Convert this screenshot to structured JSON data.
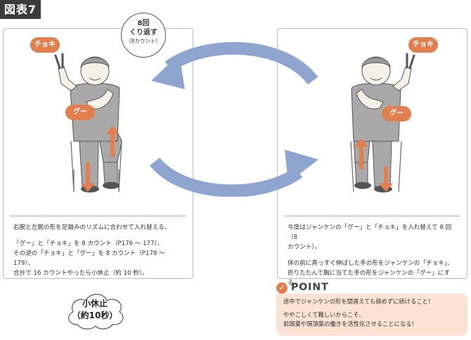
{
  "figure_label": "図表7",
  "colors": {
    "accent": "#e37f4f",
    "arrow": "#8fa4cf",
    "point_bg": "#fbe3d4"
  },
  "left_panel": {
    "bubble_choki": "チョキ",
    "bubble_gu": "グー",
    "desc_p1": "右腕と左腕の形を足踏みのリズムに合わせて入れ替える。",
    "desc_p2_l1": "「グー」と「チョキ」を 8 カウント（P176 〜 177）、",
    "desc_p2_l2": "その逆の「チョキ」と「グー」を 8 カウント（P178 〜 179）、",
    "desc_p2_l3": "合計で 16 カウントやったら小休止（約 10 秒）。"
  },
  "right_panel": {
    "bubble_choki": "チョキ",
    "bubble_gu": "グー",
    "desc_p1_l1": "今度はジャンケンの「グー」と「チョキ」を入れ替えて 8 回（8",
    "desc_p1_l2": "カウント）。",
    "desc_p2_l1": "体の前に真っすぐ伸ばした手の形をジャンケンの「チョキ」、",
    "desc_p2_l2": "折りたたんで胸に当てた手の形をジャンケンの「グー」にする。"
  },
  "count_circle": {
    "line1": "8回",
    "line2": "くり返す",
    "line3": "（8カウント）"
  },
  "rest": {
    "line1": "小休止",
    "line2": "（約10秒）"
  },
  "point": {
    "icon": "check-icon",
    "title": "POINT",
    "p1": "途中でジャンケンの形を間違えても諦めずに続けること！",
    "p2_l1": "ややこしくて難しいからこそ、",
    "p2_l2": "前頭葉や頭頂葉の働きを活性化させることになる！"
  }
}
